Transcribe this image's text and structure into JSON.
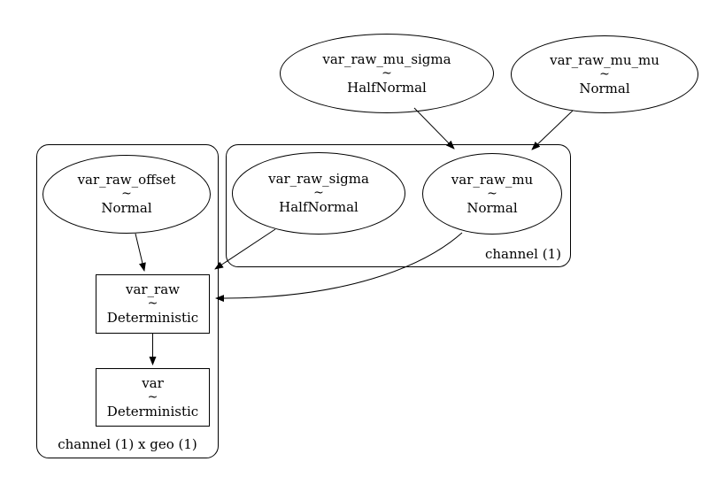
{
  "diagram": {
    "background_color": "#ffffff",
    "stroke_color": "#000000",
    "nodes": {
      "var_raw_mu_sigma": {
        "name": "var_raw_mu_sigma",
        "relation": "~",
        "distribution": "HalfNormal",
        "shape": "ellipse"
      },
      "var_raw_mu_mu": {
        "name": "var_raw_mu_mu",
        "relation": "~",
        "distribution": "Normal",
        "shape": "ellipse"
      },
      "var_raw_sigma": {
        "name": "var_raw_sigma",
        "relation": "~",
        "distribution": "HalfNormal",
        "shape": "ellipse"
      },
      "var_raw_mu": {
        "name": "var_raw_mu",
        "relation": "~",
        "distribution": "Normal",
        "shape": "ellipse"
      },
      "var_raw_offset": {
        "name": "var_raw_offset",
        "relation": "~",
        "distribution": "Normal",
        "shape": "ellipse"
      },
      "var_raw": {
        "name": "var_raw",
        "relation": "~",
        "distribution": "Deterministic",
        "shape": "box"
      },
      "var": {
        "name": "var",
        "relation": "~",
        "distribution": "Deterministic",
        "shape": "box"
      }
    },
    "clusters": {
      "channel": {
        "label": "channel (1)"
      },
      "channel_x_geo": {
        "label": "channel (1) x geo (1)"
      }
    },
    "edges": [
      {
        "from": "var_raw_mu_sigma",
        "to": "var_raw_mu"
      },
      {
        "from": "var_raw_mu_mu",
        "to": "var_raw_mu"
      },
      {
        "from": "var_raw_offset",
        "to": "var_raw"
      },
      {
        "from": "var_raw_sigma",
        "to": "var_raw"
      },
      {
        "from": "var_raw_mu",
        "to": "var_raw"
      },
      {
        "from": "var_raw",
        "to": "var"
      }
    ]
  }
}
